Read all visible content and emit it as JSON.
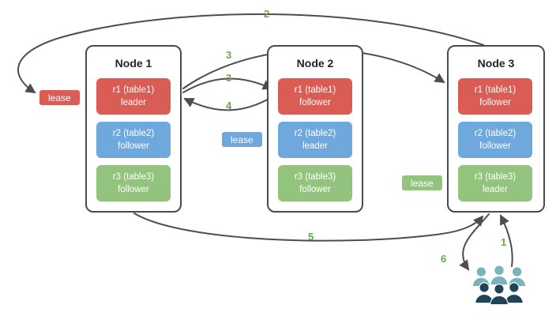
{
  "diagram": {
    "nodes": [
      {
        "title": "Node 1",
        "replicas": [
          {
            "range": "r1 (table1)",
            "role": "leader",
            "color": "#d95c55"
          },
          {
            "range": "r2 (table2)",
            "role": "follower",
            "color": "#6fa8dc"
          },
          {
            "range": "r3 (table3)",
            "role": "follower",
            "color": "#93c47d"
          }
        ]
      },
      {
        "title": "Node 2",
        "replicas": [
          {
            "range": "r1 (table1)",
            "role": "follower",
            "color": "#d95c55"
          },
          {
            "range": "r2 (table2)",
            "role": "leader",
            "color": "#6fa8dc"
          },
          {
            "range": "r3 (table3)",
            "role": "follower",
            "color": "#93c47d"
          }
        ]
      },
      {
        "title": "Node 3",
        "replicas": [
          {
            "range": "r1 (table1)",
            "role": "follower",
            "color": "#d95c55"
          },
          {
            "range": "r2 (table2)",
            "role": "follower",
            "color": "#6fa8dc"
          },
          {
            "range": "r3 (table3)",
            "role": "leader",
            "color": "#93c47d"
          }
        ]
      }
    ],
    "leases": [
      {
        "label": "lease",
        "color": "#d95c55"
      },
      {
        "label": "lease",
        "color": "#6fa8dc"
      },
      {
        "label": "lease",
        "color": "#93c47d"
      }
    ],
    "steps": [
      {
        "text": "1"
      },
      {
        "text": "2"
      },
      {
        "text": "3"
      },
      {
        "text": "3"
      },
      {
        "text": "4"
      },
      {
        "text": "5"
      },
      {
        "text": "6"
      }
    ],
    "icons": {
      "users": "users-group-icon"
    },
    "colors": {
      "arrow": "#4d4d4d",
      "step_label": "#6aa84f",
      "node_border": "#454d54",
      "users_back": "#7ab3be",
      "users_front": "#1f4458"
    }
  }
}
